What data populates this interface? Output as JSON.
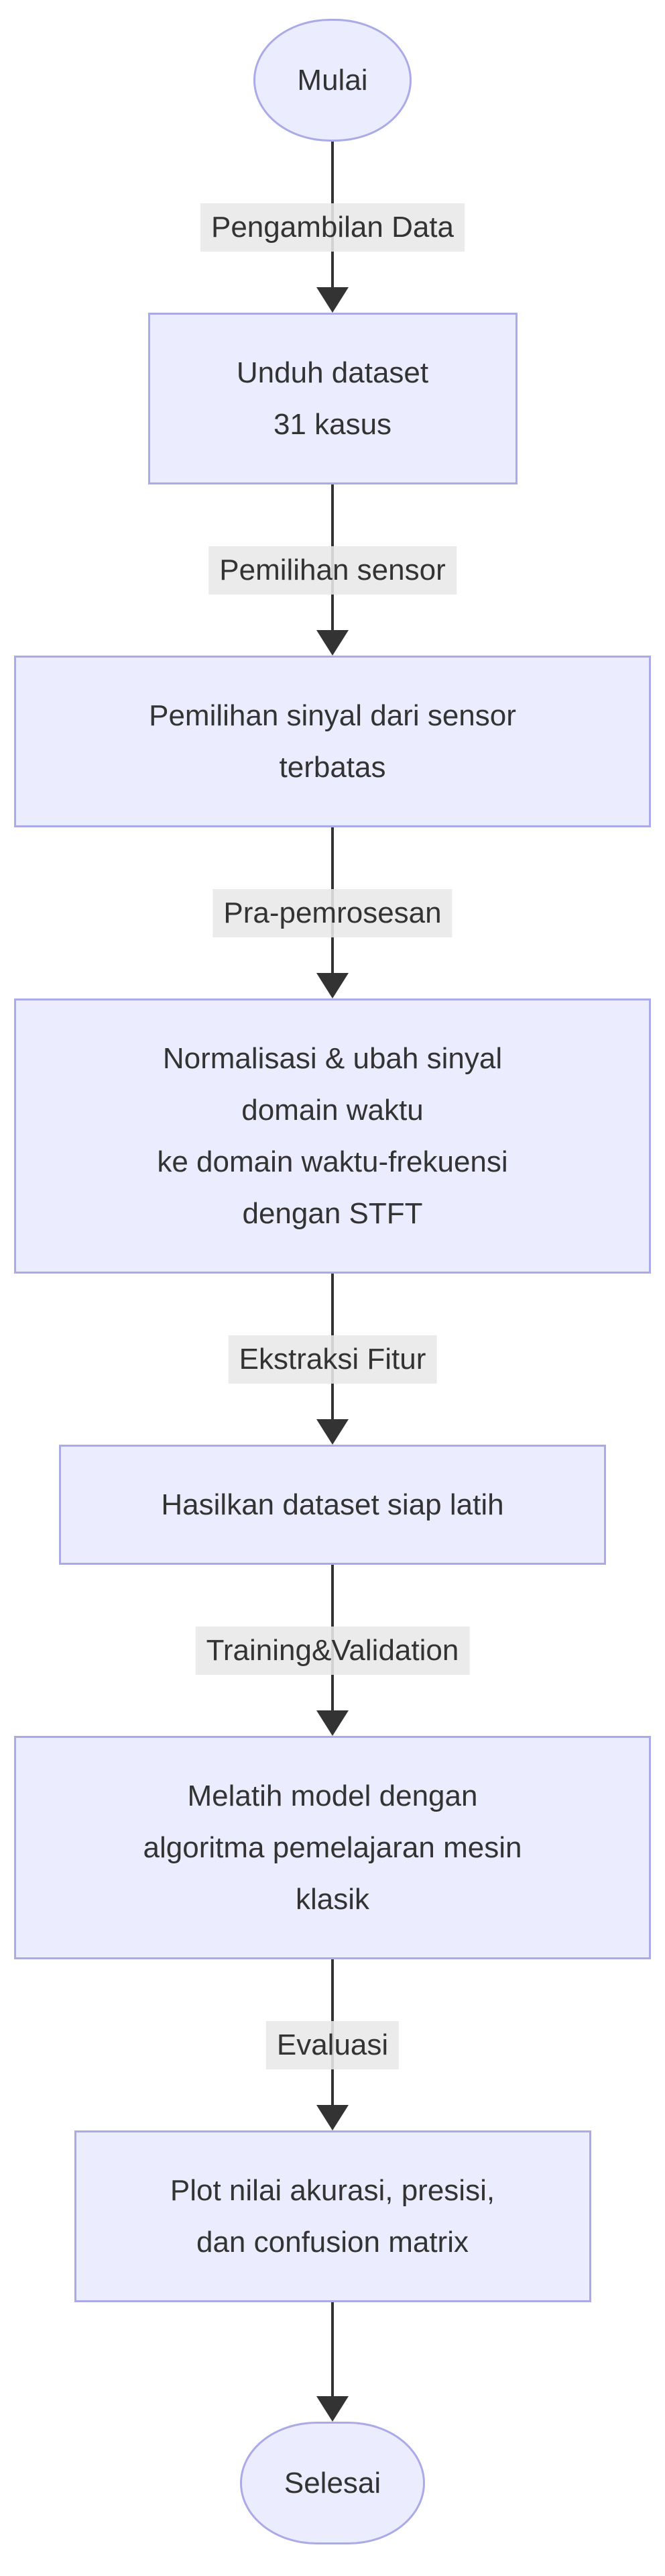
{
  "diagram": {
    "type": "flowchart",
    "direction": "top-down",
    "colors": {
      "background": "#ffffff",
      "node_fill": "#ECECFF",
      "node_border": "#AAAAE8",
      "node_text": "#333333",
      "edge_line": "#333333",
      "edge_label_bg": "#e8e8e8",
      "edge_label_text": "#333333"
    },
    "nodes": [
      {
        "id": "start",
        "shape": "stadium",
        "label": "Mulai"
      },
      {
        "id": "download",
        "shape": "rect",
        "label": "Unduh dataset\n31 kasus"
      },
      {
        "id": "select",
        "shape": "rect",
        "label": "Pemilihan sinyal dari sensor\nterbatas"
      },
      {
        "id": "prep",
        "shape": "rect",
        "label": "Normalisasi & ubah sinyal\ndomain waktu\nke domain waktu-frekuensi\ndengan STFT"
      },
      {
        "id": "dataset",
        "shape": "rect",
        "label": "Hasilkan dataset siap latih"
      },
      {
        "id": "train",
        "shape": "rect",
        "label": "Melatih model dengan\nalgoritma pemelajaran mesin\nklasik"
      },
      {
        "id": "plot",
        "shape": "rect",
        "label": "Plot nilai akurasi, presisi,\ndan confusion matrix"
      },
      {
        "id": "end",
        "shape": "stadium",
        "label": "Selesai"
      }
    ],
    "edges": [
      {
        "from": "start",
        "to": "download",
        "label": "Pengambilan Data"
      },
      {
        "from": "download",
        "to": "select",
        "label": "Pemilihan sensor"
      },
      {
        "from": "select",
        "to": "prep",
        "label": "Pra-pemrosesan"
      },
      {
        "from": "prep",
        "to": "dataset",
        "label": "Ekstraksi Fitur"
      },
      {
        "from": "dataset",
        "to": "train",
        "label": "Training&Validation"
      },
      {
        "from": "train",
        "to": "plot",
        "label": "Evaluasi"
      },
      {
        "from": "plot",
        "to": "end",
        "label": ""
      }
    ]
  }
}
